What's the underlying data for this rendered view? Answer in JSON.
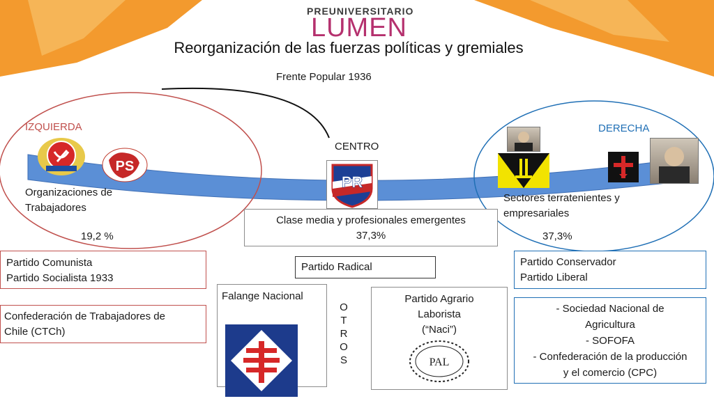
{
  "header": {
    "brand_top": "PREUNIVERSITARIO",
    "brand_main": "LUMEN",
    "title": "Reorganización de las fuerzas políticas y gremiales"
  },
  "frente": "Frente Popular 1936",
  "left": {
    "heading": "IZQUIERDA",
    "label_line1": "Organizaciones de",
    "label_line2": "Trabajadores",
    "percent": "19,2 %",
    "parties": [
      "Partido Comunista",
      "Partido Socialista 1933"
    ],
    "union_line1": "Confederación de Trabajadores de",
    "union_line2": "Chile (CTCh)",
    "ps_logo": "PS"
  },
  "center": {
    "heading": "CENTRO",
    "label_line1": "Clase media y profesionales emergentes",
    "percent": "37,3%",
    "party": "Partido Radical",
    "pr_logo": "PR"
  },
  "right": {
    "heading": "DERECHA",
    "label_line1": "Sectores terratenientes y",
    "label_line2": "empresariales",
    "percent": "37,3%",
    "parties": [
      "Partido Conservador",
      "Partido Liberal"
    ],
    "orgs": [
      "- Sociedad Nacional de",
      "Agricultura",
      "- SOFOFA",
      "- Confederación de la producción",
      "y el comercio (CPC)"
    ]
  },
  "others": {
    "letters": [
      "O",
      "T",
      "R",
      "O",
      "S"
    ],
    "falange": "Falange Nacional",
    "agrario_line1": "Partido Agrario",
    "agrario_line2": "Laborista",
    "agrario_line3": "(“Naci”)",
    "pal_logo": "PAL"
  },
  "colors": {
    "banner_orange": "#f08a24",
    "brand_pink": "#b5316e",
    "band_blue": "#5b8fd6",
    "left_red": "#c0504d",
    "right_blue": "#1f6fb5"
  }
}
